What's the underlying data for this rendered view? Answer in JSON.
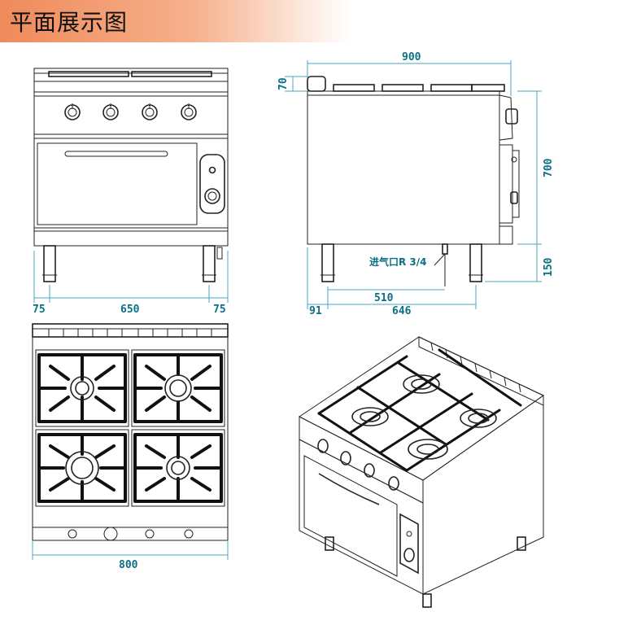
{
  "title": "平面展示图",
  "front_view": {
    "dims": {
      "left": "75",
      "middle": "650",
      "right": "75"
    }
  },
  "side_view": {
    "dims": {
      "top_width": "900",
      "top_offset": "70",
      "height": "700",
      "leg_height": "150",
      "gas_distance": "510",
      "leg_offset": "91",
      "leg_span": "646"
    },
    "gas_label": "进气口R 3/4"
  },
  "top_view": {
    "dims": {
      "width": "800"
    }
  },
  "colors": {
    "dimension": "#0b6f86",
    "dimension_line": "#4aa6c0",
    "band": "#f08a5a",
    "outline": "#222222"
  }
}
